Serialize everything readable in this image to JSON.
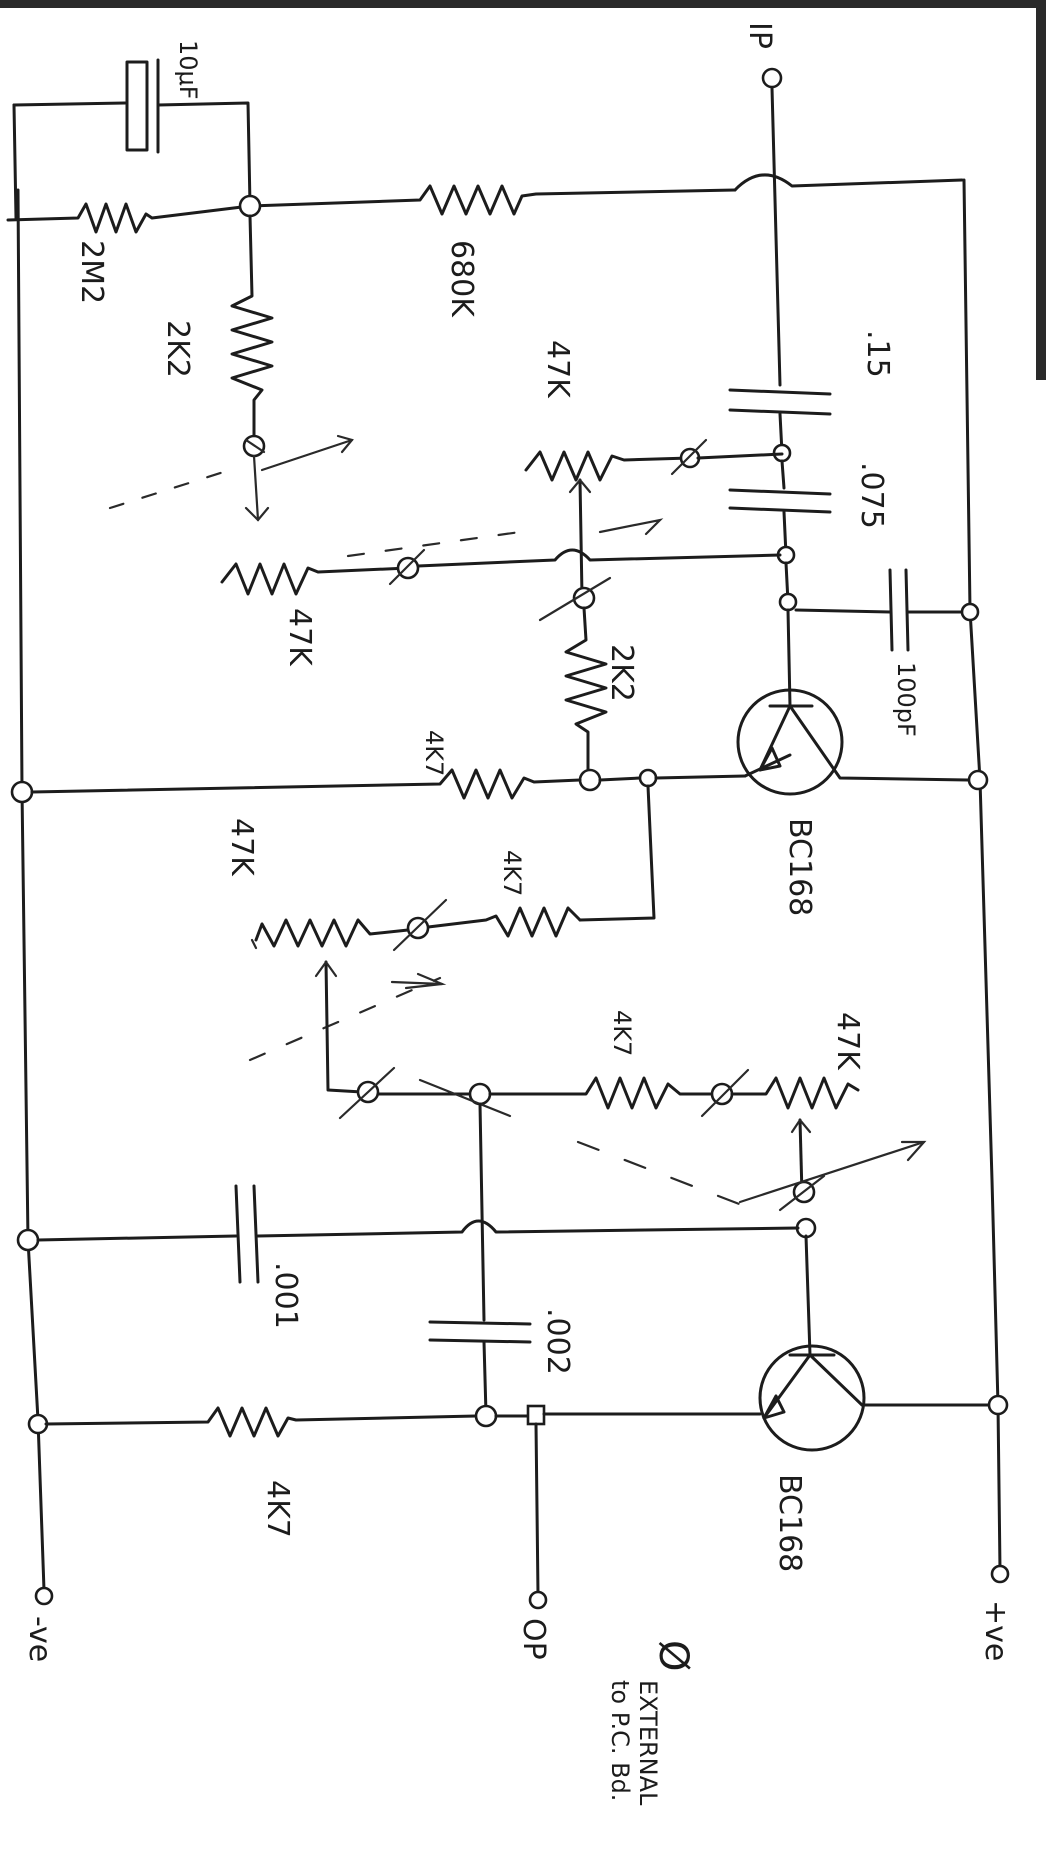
{
  "terminals": {
    "input": "IP",
    "output": "OP",
    "positive_supply": "+ve",
    "negative_supply": "-ve"
  },
  "resistors": {
    "r_2m2": "2M2",
    "r_680k": "680K",
    "r_2k2_upper": "2K2",
    "r_2k2_mid": "2K2",
    "r_47k_a": "47K",
    "r_47k_b": "47K",
    "r_47k_c": "47K",
    "r_47k_d": "47K",
    "r_4k7_a": "4K7",
    "r_4k7_b": "4K7",
    "r_4k7_c": "4K7",
    "r_4k7_bottom": "4K7"
  },
  "capacitors": {
    "c_10": "10μF",
    "c_15": ".15",
    "c_075": ".075",
    "c_100p": "100pF",
    "c_001": ".001",
    "c_002": ".002"
  },
  "transistors": {
    "q1": "BC168",
    "q2": "BC168"
  },
  "note": {
    "symbol": "Ø",
    "text_line1": "EXTERNAL",
    "text_line2": "to P.C. Bd."
  }
}
